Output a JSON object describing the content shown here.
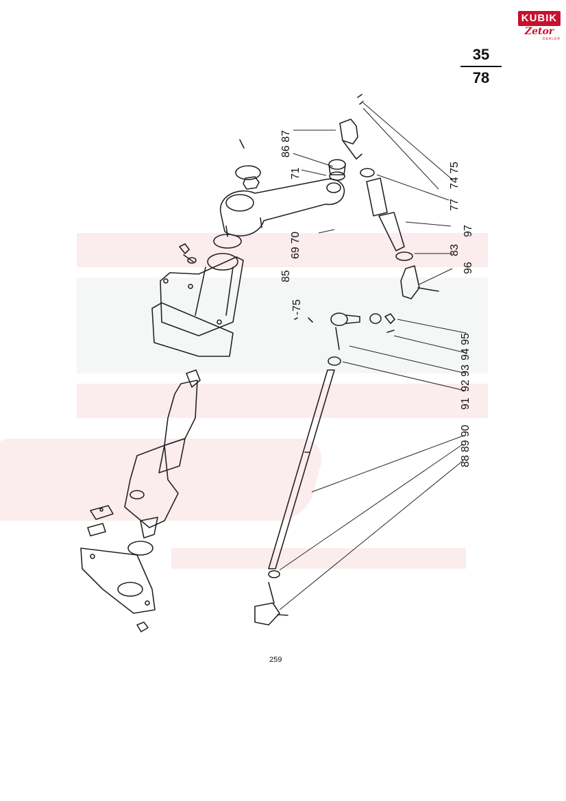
{
  "logo": {
    "brand": "KUBIK",
    "script": "Zetor",
    "sub": "DEALER"
  },
  "page_ref": {
    "numerator": "35",
    "denominator": "78"
  },
  "page_number": "259",
  "callouts": [
    {
      "id": "c1",
      "text": "86 87"
    },
    {
      "id": "c2",
      "text": "71"
    },
    {
      "id": "c3",
      "text": "74 75"
    },
    {
      "id": "c4",
      "text": "77"
    },
    {
      "id": "c5",
      "text": "97"
    },
    {
      "id": "c6",
      "text": "83"
    },
    {
      "id": "c7",
      "text": "96"
    },
    {
      "id": "c8",
      "text": "69 70"
    },
    {
      "id": "c9",
      "text": "85"
    },
    {
      "id": "c10",
      "text": "-75"
    },
    {
      "id": "c11",
      "text": "94 95"
    },
    {
      "id": "c12",
      "text": "92 93"
    },
    {
      "id": "c13",
      "text": "91"
    },
    {
      "id": "c14",
      "text": "89 90"
    },
    {
      "id": "c15",
      "text": "88"
    }
  ]
}
